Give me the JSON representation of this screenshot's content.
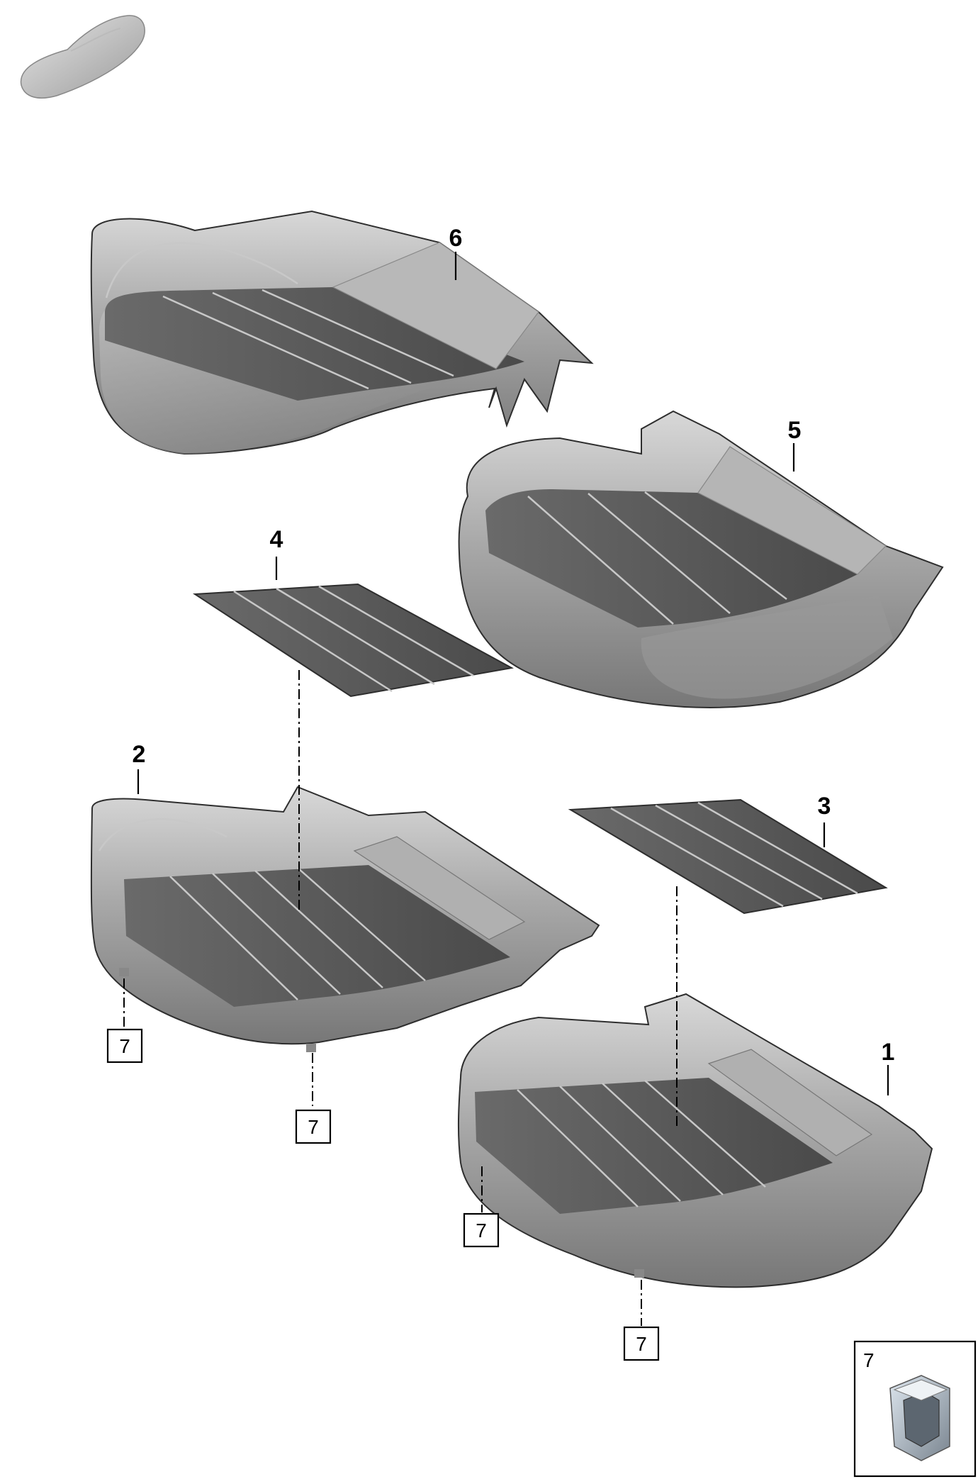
{
  "parts": [
    {
      "id": "1",
      "label": "1"
    },
    {
      "id": "2",
      "label": "2"
    },
    {
      "id": "3",
      "label": "3"
    },
    {
      "id": "4",
      "label": "4"
    },
    {
      "id": "5",
      "label": "5"
    },
    {
      "id": "6",
      "label": "6"
    }
  ],
  "reference_boxes": [
    {
      "label": "7"
    },
    {
      "label": "7"
    },
    {
      "label": "7"
    },
    {
      "label": "7"
    }
  ],
  "inset": {
    "label": "7",
    "icon": "seat-clip-icon"
  },
  "thumbnail": {
    "icon": "car-silhouette-icon"
  },
  "colors": {
    "cushion": "#a9a9a9",
    "panel": "#565656",
    "outline": "#000000"
  }
}
